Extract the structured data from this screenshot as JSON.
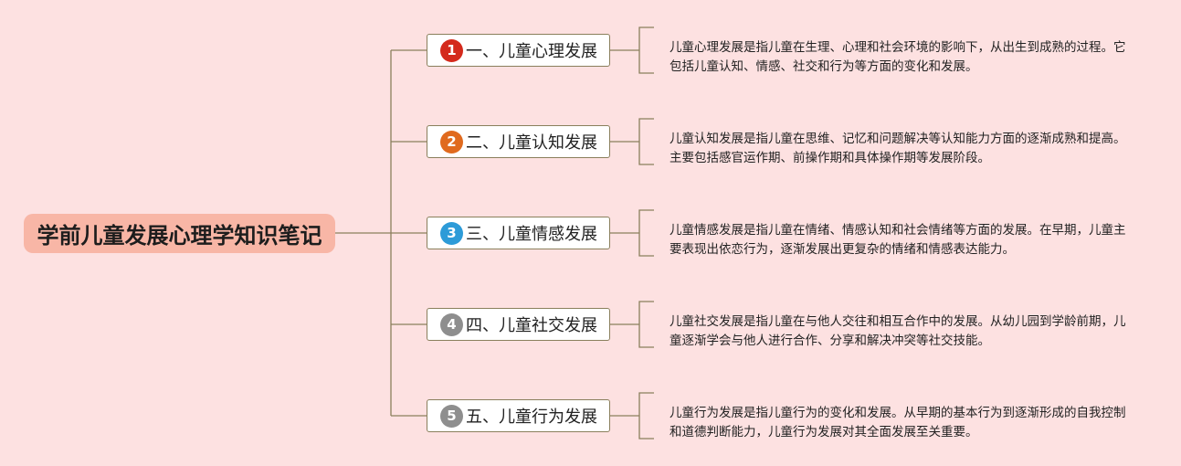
{
  "root": {
    "title": "学前儿童发展心理学知识笔记",
    "color": "#f8b6a6"
  },
  "branches": [
    {
      "number": "1",
      "marker_color": "#d42a1c",
      "label": "一、儿童心理发展",
      "description": "儿童心理发展是指儿童在生理、心理和社会环境的影响下，从出生到成熟的过程。它包括儿童认知、情感、社交和行为等方面的变化和发展。"
    },
    {
      "number": "2",
      "marker_color": "#e06a1e",
      "label": "二、儿童认知发展",
      "description": "儿童认知发展是指儿童在思维、记忆和问题解决等认知能力方面的逐渐成熟和提高。主要包括感官运作期、前操作期和具体操作期等发展阶段。"
    },
    {
      "number": "3",
      "marker_color": "#2d9bd8",
      "label": "三、儿童情感发展",
      "description": "儿童情感发展是指儿童在情绪、情感认知和社会情绪等方面的发展。在早期，儿童主要表现出依恋行为，逐渐发展出更复杂的情绪和情感表达能力。"
    },
    {
      "number": "4",
      "marker_color": "#8e8e8e",
      "label": "四、儿童社交发展",
      "description": "儿童社交发展是指儿童在与他人交往和相互合作中的发展。从幼儿园到学龄前期，儿童逐渐学会与他人进行合作、分享和解决冲突等社交技能。"
    },
    {
      "number": "5",
      "marker_color": "#8e8e8e",
      "label": "五、儿童行为发展",
      "description": "儿童行为发展是指儿童行为的变化和发展。从早期的基本行为到逐渐形成的自我控制和道德判断能力，儿童行为发展对其全面发展至关重要。"
    }
  ],
  "line_color": "#8a7f5c"
}
